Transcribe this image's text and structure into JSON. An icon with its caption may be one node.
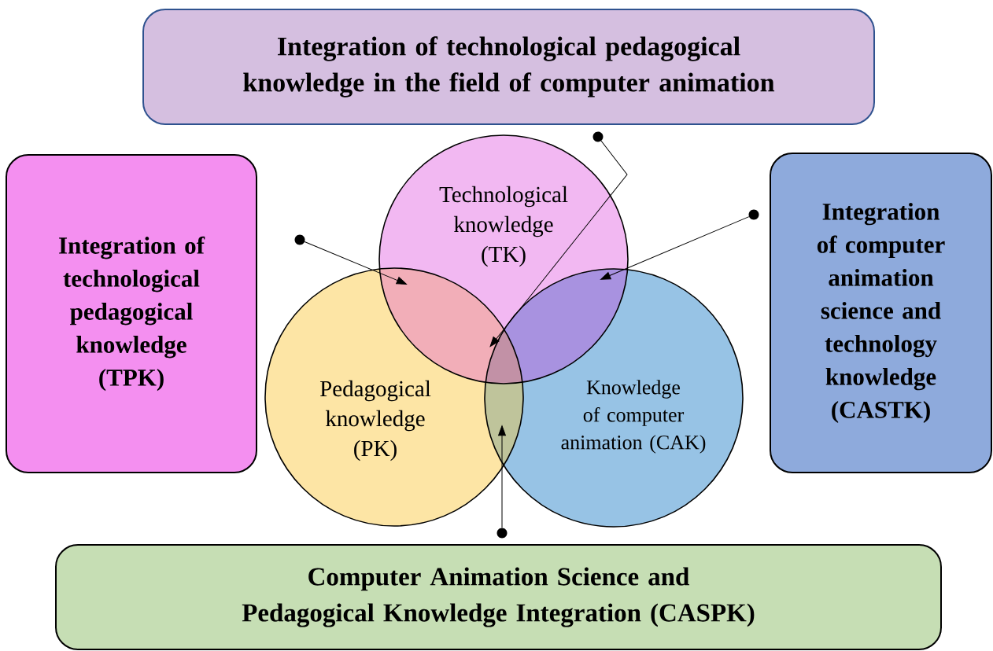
{
  "diagram": {
    "nodes": [
      {
        "text": [
          "Integration of technological pedagogical knowledge in the field of computer animation"
        ]
      },
      {
        "text": [
          "Integration of technological pedagogical knowledge (TPK)"
        ]
      },
      {
        "text": [
          "Technological knowledge (TK)"
        ]
      },
      {
        "text": [
          "Integration of computer animation science and technology knowledge (CASTK)"
        ]
      },
      {
        "text": [
          "Pedagogical knowledge (PK)"
        ]
      },
      {
        "text": [
          "Knowledge of computer animation (CAK)"
        ]
      },
      {
        "text": [
          "Computer Animation Science and Pedagogical Knowledge Integration (CASPK)"
        ]
      },
      {
        "text": [],
        "shape": "circle"
      },
      {
        "text": [],
        "shape": "circle"
      },
      {
        "text": [],
        "shape": "circle"
      },
      {
        "text": [],
        "shape": "circle"
      },
      {
        "text": [],
        "shape": "lens"
      },
      {
        "text": [],
        "shape": "lens"
      },
      {
        "text": [],
        "shape": "lens"
      },
      {
        "text": [],
        "shape": "triangle"
      }
    ],
    "edges": [
      {
        "from": 7,
        "to": 14,
        "arrow": "to"
      },
      {
        "from": 8,
        "to": 12,
        "arrow": "to"
      },
      {
        "from": 9,
        "to": 11,
        "arrow": "to"
      },
      {
        "from": 10,
        "to": 13,
        "arrow": "to"
      }
    ]
  }
}
